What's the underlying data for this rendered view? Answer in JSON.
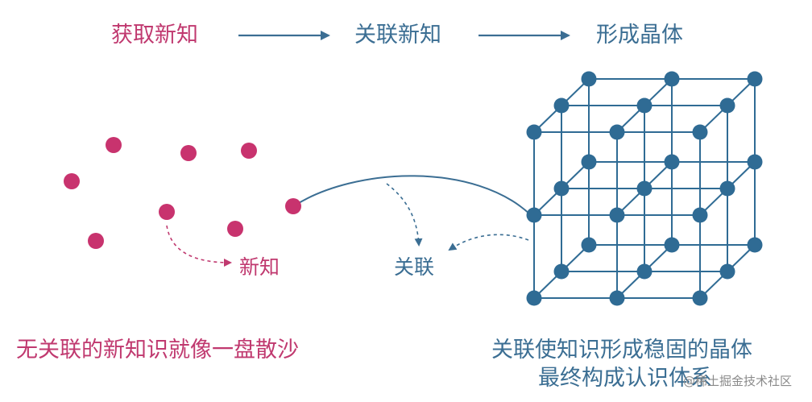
{
  "flow": {
    "step1": "获取新知",
    "step2": "关联新知",
    "step3": "形成晶体"
  },
  "scatter": {
    "new_label": "新知",
    "caption": "无关联的新知识就像一盘散沙"
  },
  "middle": {
    "link_label": "关联"
  },
  "crystal": {
    "caption_line1": "关联使知识形成稳固的晶体",
    "caption_line2": "最终构成认识体系"
  },
  "watermark": "@稀土掘金技术社区",
  "colors": {
    "pink": "#c0396f",
    "blue": "#3b6e93",
    "dot_pink": "#c8336e",
    "dot_blue": "#2f6b94"
  }
}
